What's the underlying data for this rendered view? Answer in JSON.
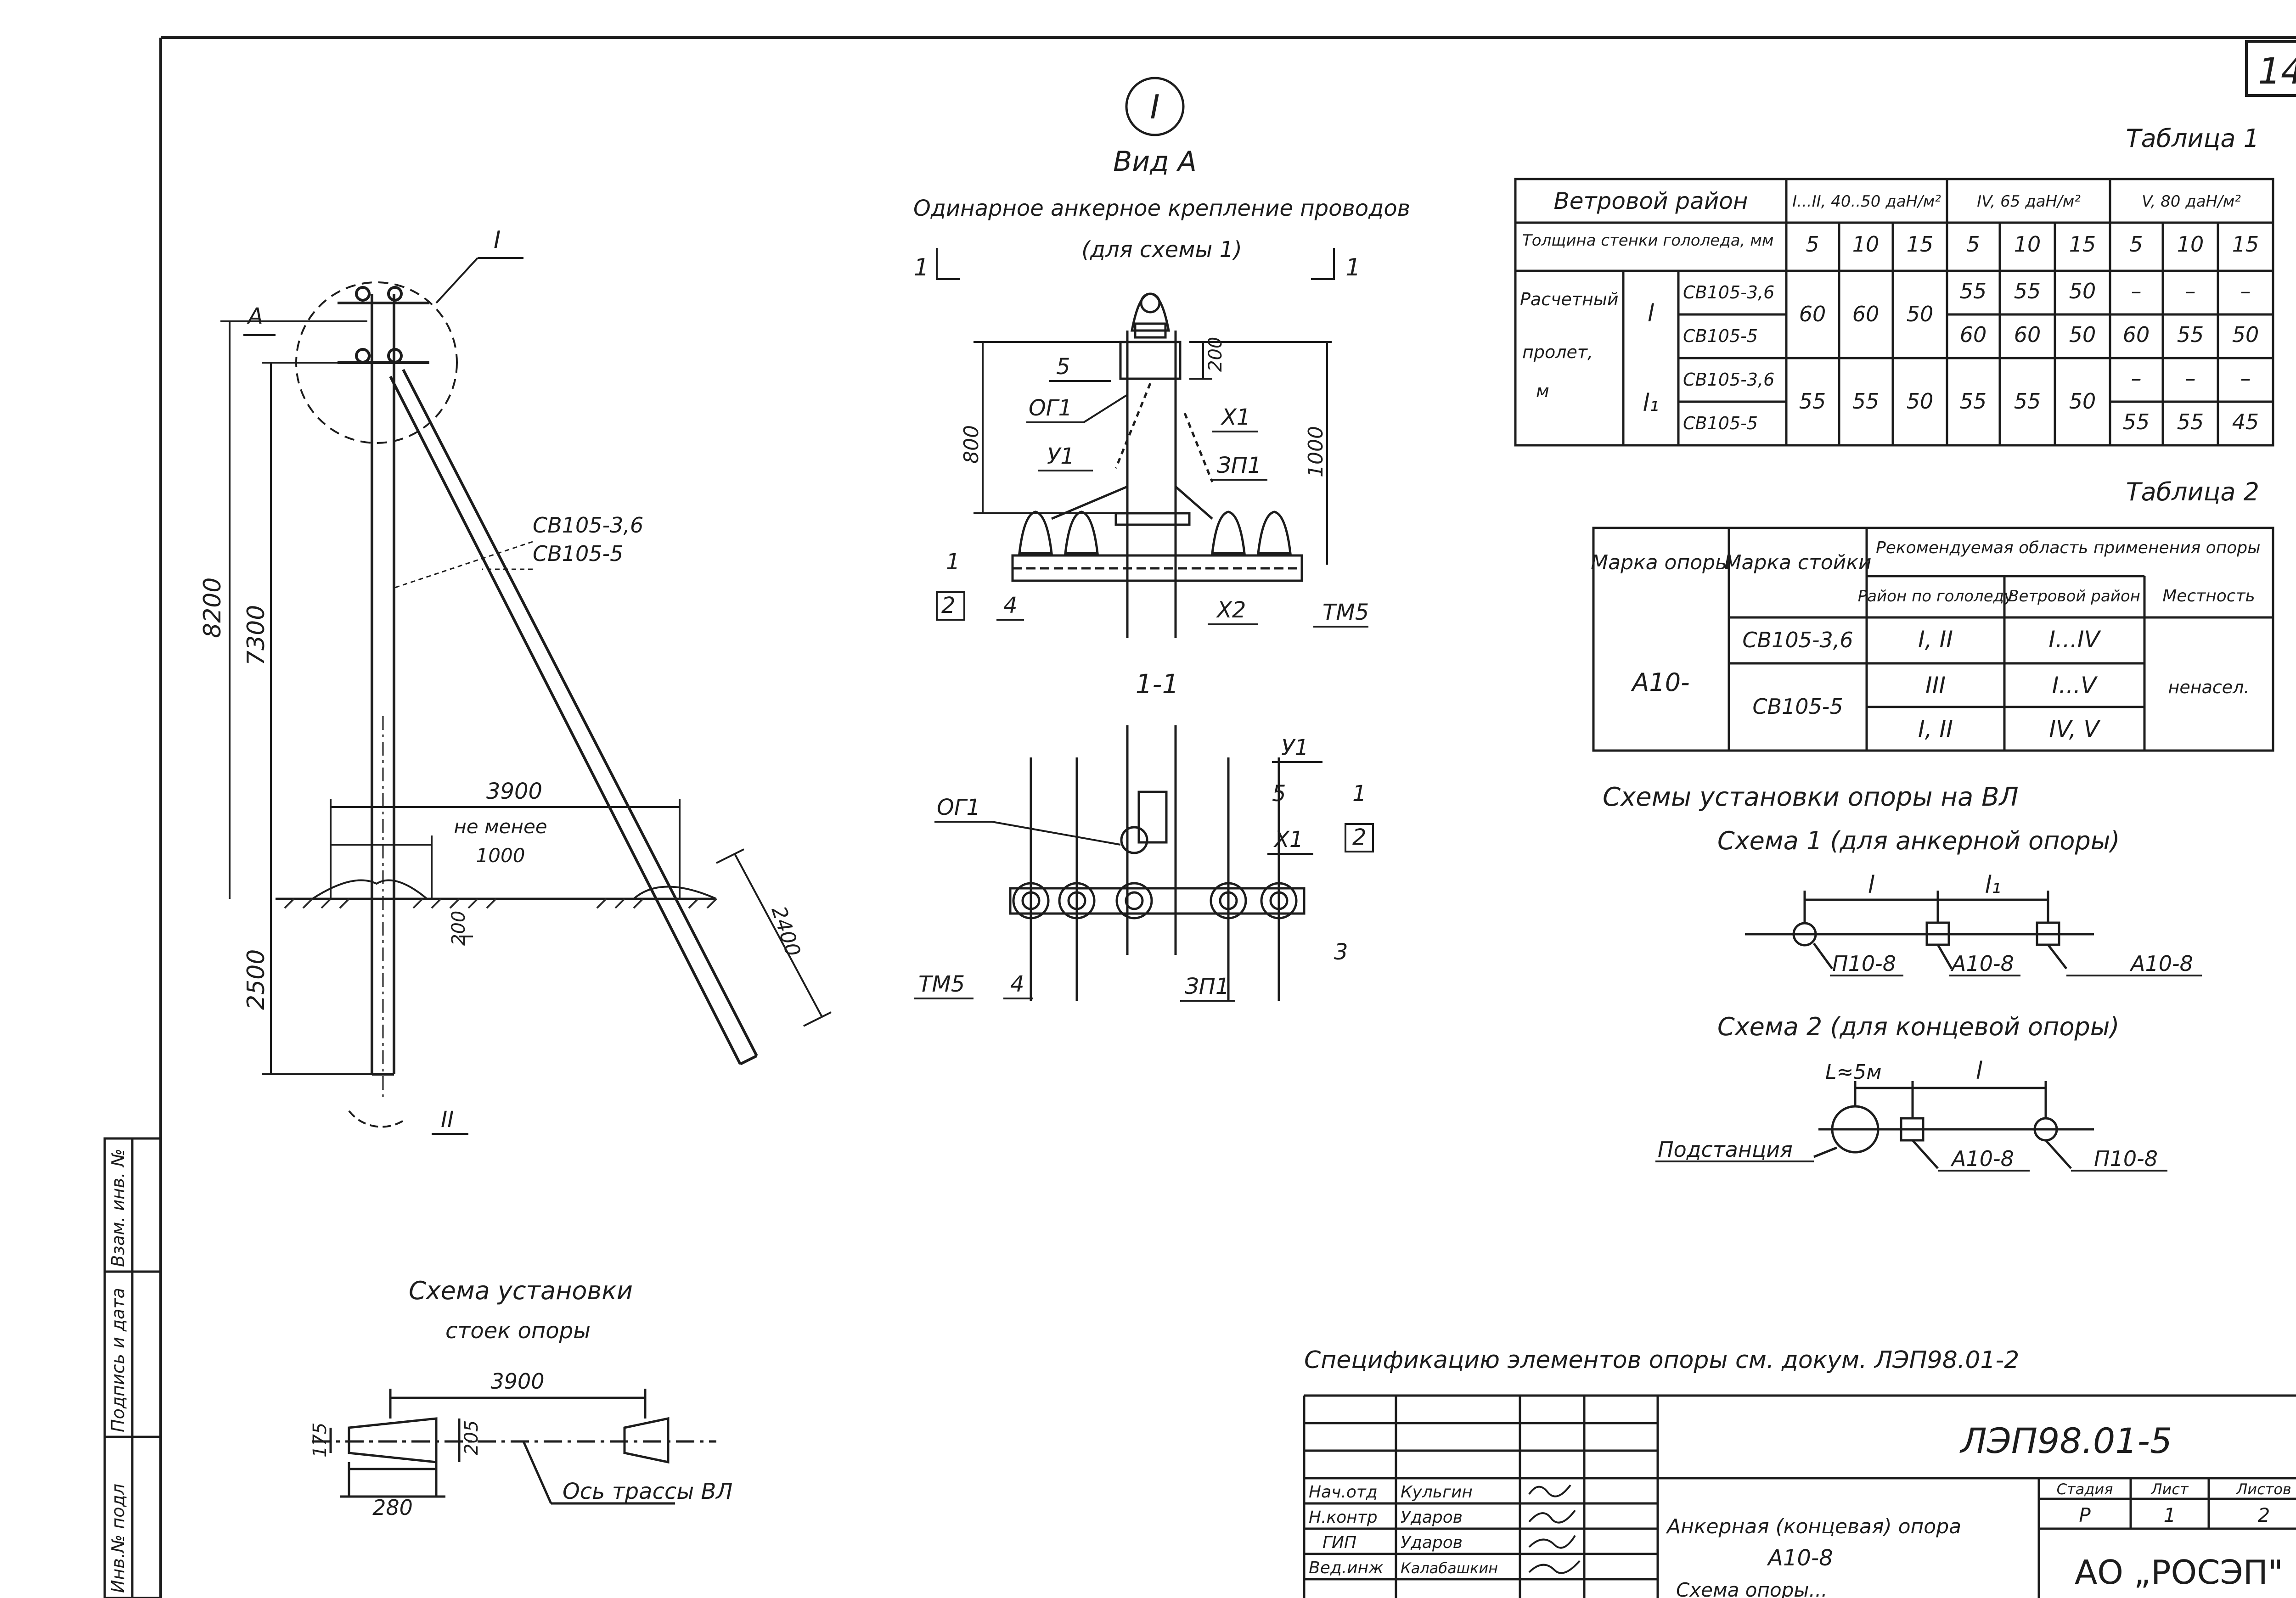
{
  "sheet": {
    "page_number": "14",
    "view_marker": "I",
    "view_title": "Вид А",
    "view_subtitle": "Одинарное анкерное крепление проводов",
    "view_scheme_note": "(для схемы 1)",
    "section_mark": "1",
    "section_title": "1-1",
    "leader_I": "I",
    "leader_II": "II",
    "leader_A": "А"
  },
  "elevation": {
    "dim_8200": "8200",
    "dim_7300": "7300",
    "dim_2500": "2500",
    "dim_3900": "3900",
    "not_less": "не менее",
    "dim_1000": "1000",
    "dim_200": "200",
    "dim_2400": "2400",
    "post_1": "СВ105-3,6",
    "post_2": "СВ105-5"
  },
  "view_labels": {
    "l5": "5",
    "og1": "ОГ1",
    "y1": "У1",
    "zp1": "ЗП1",
    "x1": "Х1",
    "x2": "Х2",
    "tm5": "ТМ5",
    "n1": "1",
    "n2": "2",
    "n3": "3",
    "n4": "4",
    "dim_200": "200",
    "dim_800": "800",
    "dim_1000": "1000"
  },
  "table1": {
    "caption": "Таблица 1",
    "header_region": "Ветровой район",
    "region_cols": [
      "I...II, 40..50 даН/м²",
      "IV, 65 даН/м²",
      "V, 80 даН/м²"
    ],
    "ice_label": "Толщина стенки гололеда, мм",
    "ice_values": [
      "5",
      "10",
      "15",
      "5",
      "10",
      "15",
      "5",
      "10",
      "15"
    ],
    "span_label_1": "Расчетный",
    "span_label_2": "пролет,",
    "span_label_3": "м",
    "sym_l": "l",
    "sym_l1": "l₁",
    "post_a": "СВ105-3,6",
    "post_b": "СВ105-5",
    "l_common": [
      "60",
      "60",
      "50"
    ],
    "l_a": [
      "55",
      "55",
      "50",
      "–",
      "–",
      "–"
    ],
    "l_b": [
      "60",
      "60",
      "50",
      "60",
      "55",
      "50"
    ],
    "l1_common": [
      "55",
      "55",
      "50",
      "55",
      "55",
      "50"
    ],
    "l1_a": [
      "–",
      "–",
      "–"
    ],
    "l1_b": [
      "55",
      "55",
      "45"
    ]
  },
  "table2": {
    "caption": "Таблица 2",
    "col_mark": "Марка опоры",
    "col_post": "Марка стойки",
    "col_area": "Рекомендуемая область применения опоры",
    "col_ice": "Район по гололеду",
    "col_wind": "Ветровой район",
    "col_terrain": "Местность",
    "mark": "А10-",
    "post_a": "СВ105-3,6",
    "post_b": "СВ105-5",
    "ice": [
      "I, II",
      "III",
      "I, II"
    ],
    "wind": [
      "I...IV",
      "I...V",
      "IV, V"
    ],
    "terrain": "ненасел."
  },
  "schemes": {
    "title": "Схемы установки опоры на ВЛ",
    "scheme1": "Схема 1 (для анкерной опоры)",
    "scheme2": "Схема 2 (для концевой опоры)",
    "s1_l": "l",
    "s1_l1": "l₁",
    "s1_p": "П10-8",
    "s1_a1": "А10-8",
    "s1_a2": "А10-8",
    "s2_L": "L≈5м",
    "s2_l": "l",
    "s2_sub": "Подстанция",
    "s2_a": "А10-8",
    "s2_p": "П10-8"
  },
  "posts_scheme": {
    "title_1": "Схема установки",
    "title_2": "стоек опоры",
    "dim_3900": "3900",
    "dim_175": "175",
    "dim_205": "205",
    "dim_280": "280",
    "axis": "Ось трассы ВЛ"
  },
  "note": "Спецификацию элементов опоры см. докум. ЛЭП98.01-2",
  "stamp": {
    "code": "ЛЭП98.01-5",
    "roles": [
      "Нач.отд",
      "Н.контр",
      "ГИП",
      "Вед.инж"
    ],
    "names": [
      "Кульгин",
      "Ударов",
      "Ударов",
      "Калабашкин"
    ],
    "title_1": "Анкерная (концевая) опора",
    "title_2": "А10-8",
    "title_3": "Схема опоры...",
    "stage_label": "Стадия",
    "sheet_label": "Лист",
    "sheets_label": "Листов",
    "stage": "Р",
    "sheet": "1",
    "sheets": "2",
    "org": "АО „РОСЭП\""
  },
  "margin": {
    "inv_orig": "Инв.№ подл",
    "sign_date": "Подпись и дата",
    "inv_repl": "Взам. инв. №"
  },
  "colors": {
    "ink": "#1c1c1c",
    "paper": "#ffffff",
    "hatch": "#2a2a2a"
  }
}
